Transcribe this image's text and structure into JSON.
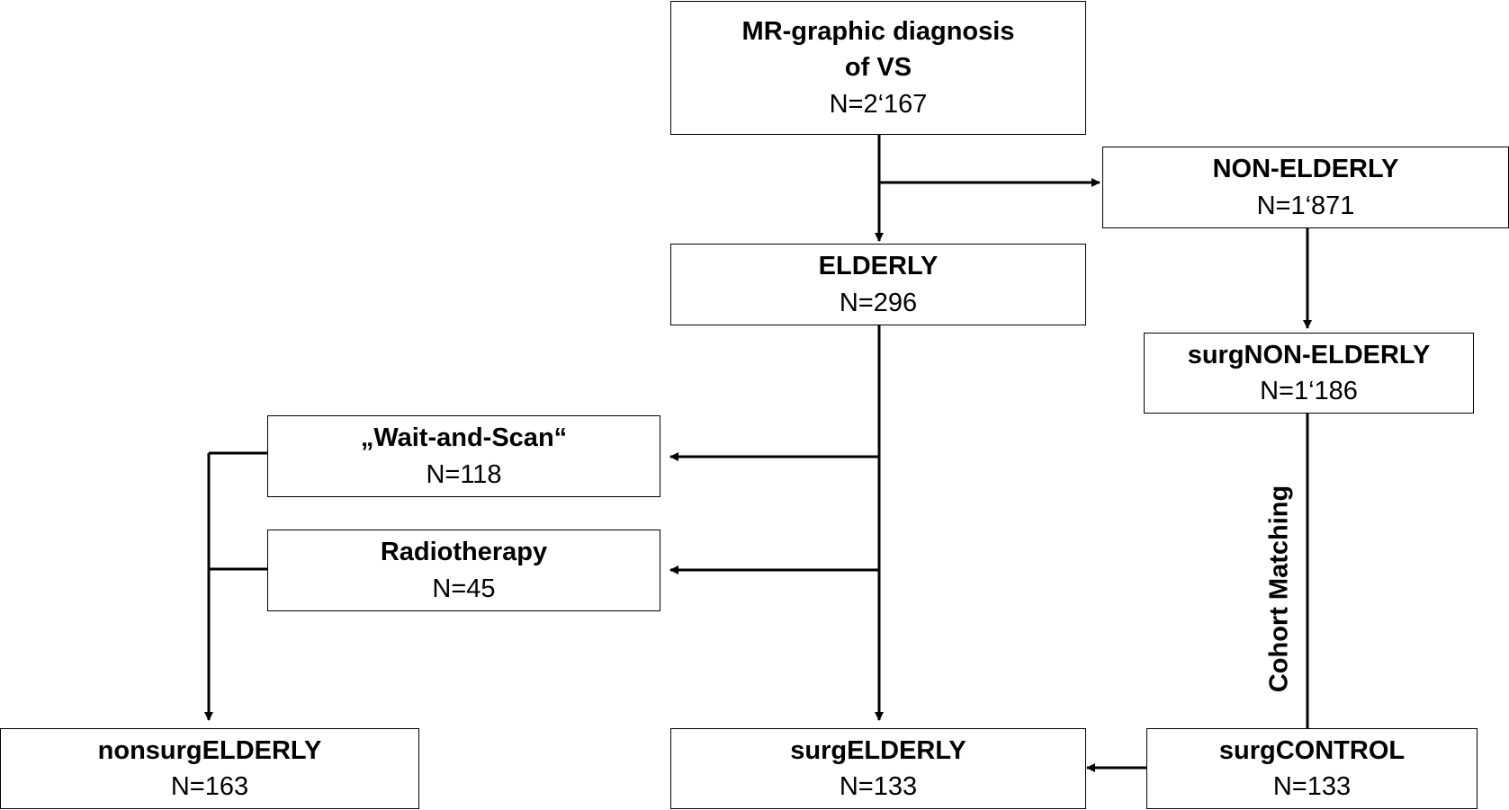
{
  "boxes": {
    "mr_diagnosis": {
      "title": "MR-graphic diagnosis\nof VS",
      "n": "N=2‘167"
    },
    "non_elderly": {
      "title": "NON-ELDERLY",
      "n": "N=1‘871"
    },
    "elderly": {
      "title": "ELDERLY",
      "n": "N=296"
    },
    "surg_non_elderly": {
      "title": "surgNON-ELDERLY",
      "n": "N=1‘186"
    },
    "wait_and_scan": {
      "title": "„Wait-and-Scan“",
      "n": "N=118"
    },
    "radiotherapy": {
      "title": "Radiotherapy",
      "n": "N=45"
    },
    "nonsurg_elderly": {
      "title": "nonsurgELDERLY",
      "n": "N=163"
    },
    "surg_elderly": {
      "title": "surgELDERLY",
      "n": "N=133"
    },
    "surg_control": {
      "title": "surgCONTROL",
      "n": "N=133"
    }
  },
  "edge_label": "Cohort Matching"
}
